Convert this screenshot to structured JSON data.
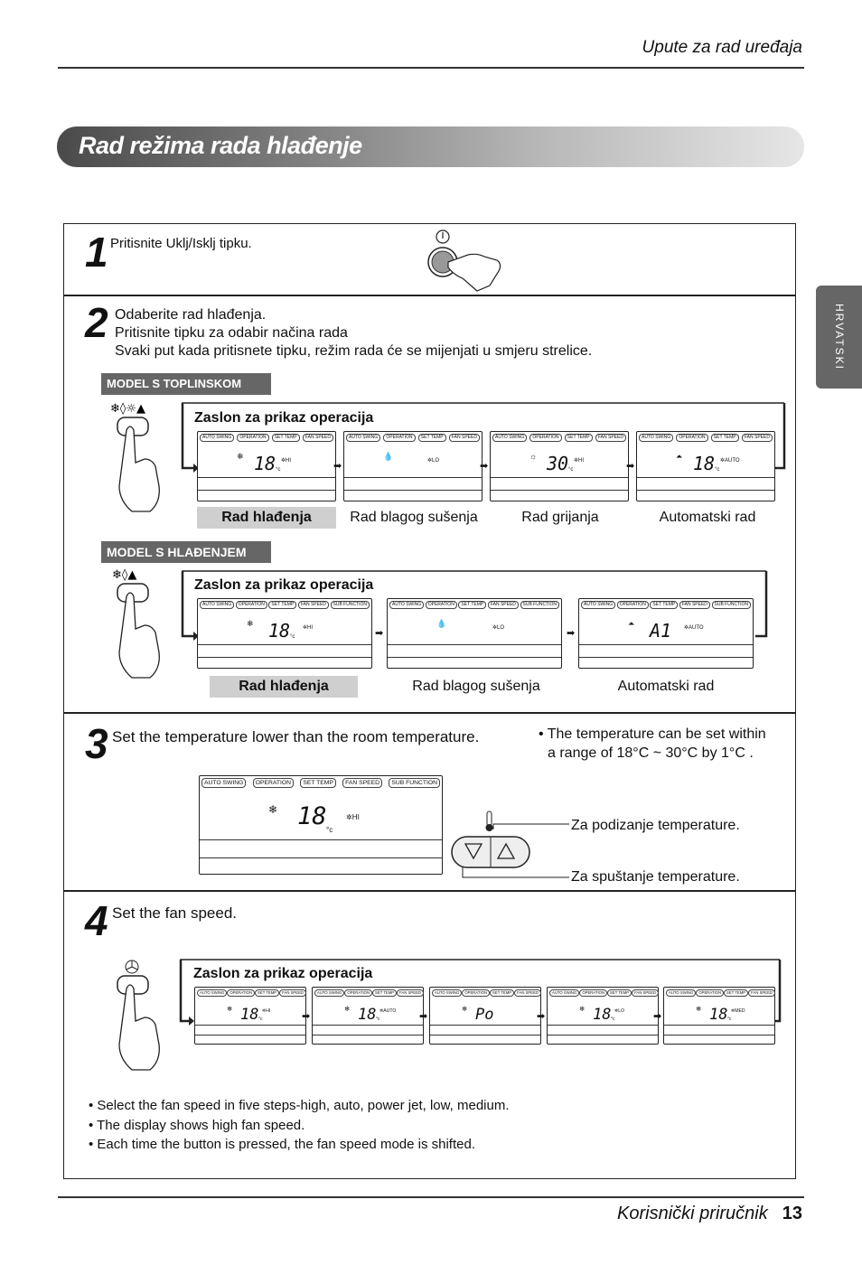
{
  "header": {
    "title": "Upute za rad uređaja"
  },
  "banner": {
    "title": "Rad režima rada hlađenje"
  },
  "side_tab": {
    "label": "HRVATSKI"
  },
  "step1": {
    "num": "1",
    "text": "Pritisnite Uklj/Isklj tipku."
  },
  "step2": {
    "num": "2",
    "line1": "Odaberite rad hlađenja.",
    "line2": "Pritisnite tipku za odabir načina rada",
    "line3": "Svaki put kada pritisnete tipku, režim rada će se mijenjati u smjeru strelice.",
    "heatpump": {
      "tag": "MODEL S TOPLINSKOM CRPKOM",
      "display_label": "Zaslon za prikaz operacija",
      "captions": [
        "Rad hlađenja",
        "Rad blagog sušenja",
        "Rad grijanja",
        "Automatski rad"
      ],
      "displays": [
        {
          "tabs": [
            "AUTO SWING",
            "OPERATION",
            "SET TEMP",
            "FAN SPEED"
          ],
          "icon": "❄",
          "value": "18",
          "unit": "°c",
          "fan": "HI"
        },
        {
          "tabs": [
            "AUTO SWING",
            "OPERATION",
            "SET TEMP",
            "FAN SPEED"
          ],
          "icon": "💧",
          "value": "",
          "unit": "",
          "fan": "LO"
        },
        {
          "tabs": [
            "AUTO SWING",
            "OPERATION",
            "SET TEMP",
            "FAN SPEED"
          ],
          "icon": "☼",
          "value": "30",
          "unit": "°c",
          "fan": "HI"
        },
        {
          "tabs": [
            "AUTO SWING",
            "OPERATION",
            "SET TEMP",
            "FAN SPEED"
          ],
          "icon": "⏶",
          "value": "18",
          "unit": "°c",
          "fan": "AUTO"
        }
      ]
    },
    "cooling": {
      "tag": "MODEL S HLAĐENJEM",
      "display_label": "Zaslon za prikaz operacija",
      "captions": [
        "Rad hlađenja",
        "Rad blagog sušenja",
        "Automatski rad"
      ],
      "displays": [
        {
          "tabs": [
            "AUTO SWING",
            "OPERATION",
            "SET TEMP",
            "FAN SPEED",
            "SUB FUNCTION"
          ],
          "icon": "❄",
          "value": "18",
          "unit": "°c",
          "fan": "HI"
        },
        {
          "tabs": [
            "AUTO SWING",
            "OPERATION",
            "SET TEMP",
            "FAN SPEED",
            "SUB FUNCTION"
          ],
          "icon": "💧",
          "value": "",
          "unit": "",
          "fan": "LO"
        },
        {
          "tabs": [
            "AUTO SWING",
            "OPERATION",
            "SET TEMP",
            "FAN SPEED",
            "SUB FUNCTION"
          ],
          "icon": "⏶",
          "value": "A1",
          "unit": "",
          "fan": "AUTO"
        }
      ]
    }
  },
  "step3": {
    "num": "3",
    "text": "Set the temperature lower than the room temperature.",
    "note_line1": "• The temperature can be set within",
    "note_line2": "a range of 18°C ~ 30°C by 1°C .",
    "display": {
      "tabs": [
        "AUTO SWING",
        "OPERATION",
        "SET TEMP",
        "FAN SPEED",
        "SUB FUNCTION"
      ],
      "icon": "❄",
      "value": "18",
      "unit": "°c",
      "fan": "HI"
    },
    "up_label": "Za podizanje temperature.",
    "down_label": "Za spuštanje temperature."
  },
  "step4": {
    "num": "4",
    "text": "Set the fan speed.",
    "display_label": "Zaslon za prikaz operacija",
    "displays": [
      {
        "tabs": [
          "AUTO SWING",
          "OPERATION",
          "SET TEMP",
          "FAN SPEED"
        ],
        "icon": "❄",
        "value": "18",
        "unit": "°c",
        "fan": "HI"
      },
      {
        "tabs": [
          "AUTO SWING",
          "OPERATION",
          "SET TEMP",
          "FAN SPEED"
        ],
        "icon": "❄",
        "value": "18",
        "unit": "°c",
        "fan": "AUTO"
      },
      {
        "tabs": [
          "AUTO SWING",
          "OPERATION",
          "SET TEMP",
          "FAN SPEED"
        ],
        "icon": "❄",
        "value": "Po",
        "unit": "",
        "fan": ""
      },
      {
        "tabs": [
          "AUTO SWING",
          "OPERATION",
          "SET TEMP",
          "FAN SPEED"
        ],
        "icon": "❄",
        "value": "18",
        "unit": "°c",
        "fan": "LO"
      },
      {
        "tabs": [
          "AUTO SWING",
          "OPERATION",
          "SET TEMP",
          "FAN SPEED"
        ],
        "icon": "❄",
        "value": "18",
        "unit": "°c",
        "fan": "MED"
      }
    ],
    "bullets": [
      "• Select the fan speed in five steps-high, auto, power jet, low, medium.",
      "• The display shows high fan speed.",
      "• Each time the button is pressed, the fan speed mode is shifted."
    ]
  },
  "footer": {
    "title": "Korisnički priručnik",
    "page": "13"
  }
}
